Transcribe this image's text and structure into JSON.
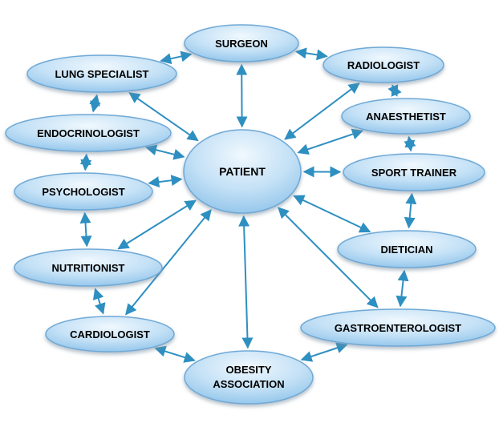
{
  "diagram": {
    "colors": {
      "node_fill_light": "#f0f8fe",
      "node_fill_dark": "#8fc3ea",
      "node_stroke": "#6fa9d6",
      "edge": "#2e8fc1",
      "label": "#000000"
    },
    "nodes": {
      "patient": {
        "label": "PATIENT"
      },
      "surgeon": {
        "label": "SURGEON"
      },
      "lung_specialist": {
        "label": "LUNG SPECIALIST"
      },
      "radiologist": {
        "label": "RADIOLOGIST"
      },
      "anaesthetist": {
        "label": "ANAESTHETIST"
      },
      "endocrinologist": {
        "label": "ENDOCRINOLOGIST"
      },
      "sport_trainer": {
        "label": "SPORT TRAINER"
      },
      "psychologist": {
        "label": "PSYCHOLOGIST"
      },
      "dietician": {
        "label": "DIETICIAN"
      },
      "nutritionist": {
        "label": "NUTRITIONIST"
      },
      "gastroenterologist": {
        "label": "GASTROENTEROLOGIST"
      },
      "cardiologist": {
        "label": "CARDIOLOGIST"
      },
      "obesity_association": {
        "label_line1": "OBESITY",
        "label_line2": "ASSOCIATION"
      }
    },
    "edges": [
      [
        "surgeon",
        "lung_specialist"
      ],
      [
        "surgeon",
        "radiologist"
      ],
      [
        "surgeon",
        "patient"
      ],
      [
        "radiologist",
        "anaesthetist"
      ],
      [
        "radiologist",
        "patient"
      ],
      [
        "anaesthetist",
        "patient"
      ],
      [
        "anaesthetist",
        "sport_trainer"
      ],
      [
        "sport_trainer",
        "patient"
      ],
      [
        "sport_trainer",
        "dietician"
      ],
      [
        "dietician",
        "patient"
      ],
      [
        "dietician",
        "gastroenterologist"
      ],
      [
        "gastroenterologist",
        "patient"
      ],
      [
        "gastroenterologist",
        "obesity_association"
      ],
      [
        "obesity_association",
        "patient"
      ],
      [
        "obesity_association",
        "cardiologist"
      ],
      [
        "cardiologist",
        "patient"
      ],
      [
        "cardiologist",
        "nutritionist"
      ],
      [
        "nutritionist",
        "patient"
      ],
      [
        "nutritionist",
        "psychologist"
      ],
      [
        "psychologist",
        "patient"
      ],
      [
        "psychologist",
        "endocrinologist"
      ],
      [
        "endocrinologist",
        "patient"
      ],
      [
        "endocrinologist",
        "lung_specialist"
      ],
      [
        "lung_specialist",
        "patient"
      ]
    ]
  }
}
